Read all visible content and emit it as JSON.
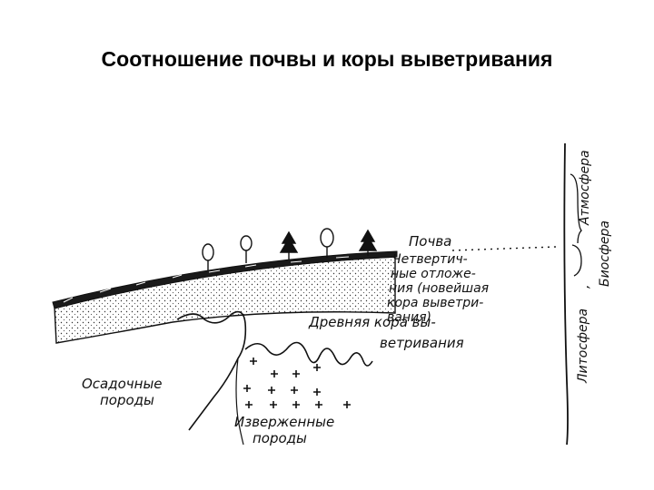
{
  "title": "Соотношение почвы и коры выветривания",
  "diagram": {
    "labels": {
      "soil": "Почва",
      "quaternary_1": "Четвертич-",
      "quaternary_2": "ные отложе-",
      "quaternary_3": "ния (новейшая",
      "quaternary_4": "кора выветри-",
      "quaternary_5": "вания)",
      "ancient_crust_1": "Древняя кора вы-",
      "ancient_crust_2": "ветривания",
      "sedimentary_1": "Осадочные",
      "sedimentary_2": "породы",
      "igneous_1": "Изверженные",
      "igneous_2": "породы",
      "atmosphere": "Атмосфера",
      "biosphere": "Биосфера",
      "lithosphere": "Литосфера"
    }
  }
}
